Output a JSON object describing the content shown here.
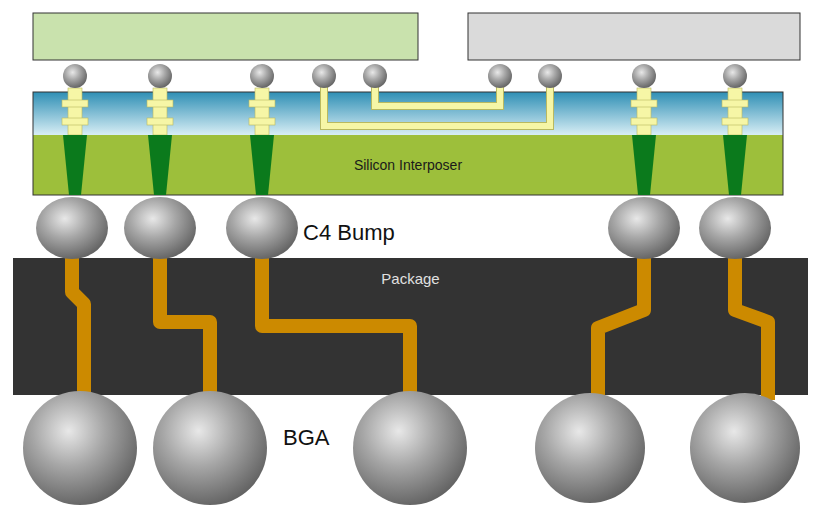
{
  "diagram": {
    "nodes": [
      {
        "text": [
          "Silicon Interposer"
        ]
      },
      {
        "text": [
          "Package"
        ]
      }
    ],
    "labels": [
      "C4 Bump",
      "BGA"
    ]
  }
}
